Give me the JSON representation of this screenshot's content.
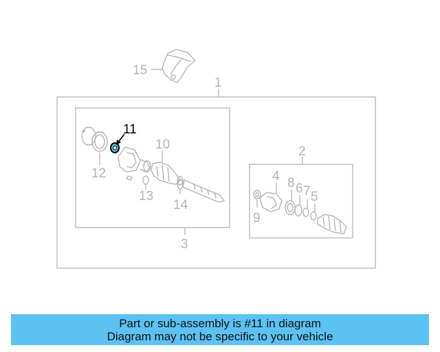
{
  "diagram": {
    "callouts": {
      "c1": "1",
      "c2": "2",
      "c3": "3",
      "c4": "4",
      "c5": "5",
      "c6": "6",
      "c7": "7",
      "c8": "8",
      "c9": "9",
      "c10": "10",
      "c11": "11",
      "c12": "12",
      "c13": "13",
      "c14": "14",
      "c15": "15"
    },
    "highlighted_part": "11",
    "highlight_color": "#5cc2f2",
    "line_color": "#b4b4b4"
  },
  "banner": {
    "line1": "Part or sub-assembly is #11 in diagram",
    "line2": "Diagram may not be specific to your vehicle",
    "background": "#5cc2f2"
  }
}
